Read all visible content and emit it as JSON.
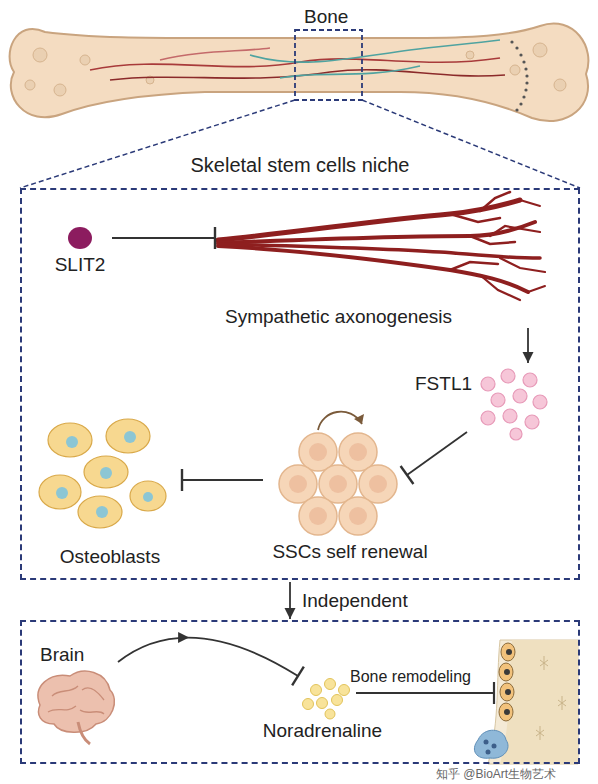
{
  "diagram": {
    "nodes": [
      {
        "text": [
          "Skeletal stem cells niche"
        ]
      },
      {
        "text": [
          "SLIT2"
        ],
        "in": 0
      },
      {
        "text": [
          "Sympathetic axonogenesis"
        ],
        "in": 0
      },
      {
        "text": [
          "FSTL1"
        ],
        "in": 0
      },
      {
        "text": [
          "SSCs self renewal"
        ],
        "in": 0
      },
      {
        "text": [
          "Osteoblasts"
        ],
        "in": 0
      },
      {
        "text": []
      },
      {
        "text": [
          "Brain"
        ],
        "in": 6
      },
      {
        "text": [
          "Noradrenaline"
        ],
        "in": 6
      }
    ],
    "edges": [
      {
        "from": 1,
        "to": 2,
        "arrow": "to"
      },
      {
        "from": 2,
        "to": 3,
        "arrow": "to"
      },
      {
        "from": 3,
        "to": 4,
        "arrow": "to"
      },
      {
        "from": 4,
        "to": 5,
        "arrow": "to"
      },
      {
        "from": 0,
        "to": 6,
        "label": "Independent",
        "arrow": "to"
      },
      {
        "from": 7,
        "to": 8,
        "arrow": "to"
      }
    ],
    "labels": [
      "Bone",
      "Bone remodeling",
      "知乎 @BioArt生物艺术"
    ]
  }
}
